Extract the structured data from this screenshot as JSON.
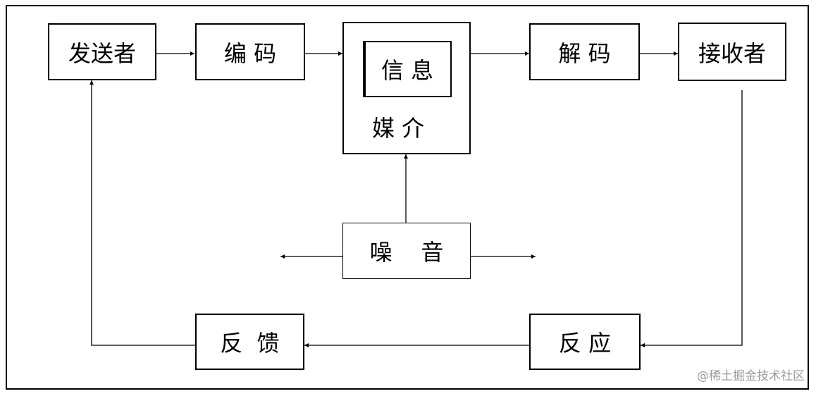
{
  "nodes": {
    "sender": "发送者",
    "encode": "编 码",
    "info": "信 息",
    "media": "媒 介",
    "decode": "解 码",
    "receiver": "接收者",
    "noise": "噪    音",
    "feedback": "反  馈",
    "response": "反 应"
  },
  "watermark": "@稀土掘金技术社区"
}
